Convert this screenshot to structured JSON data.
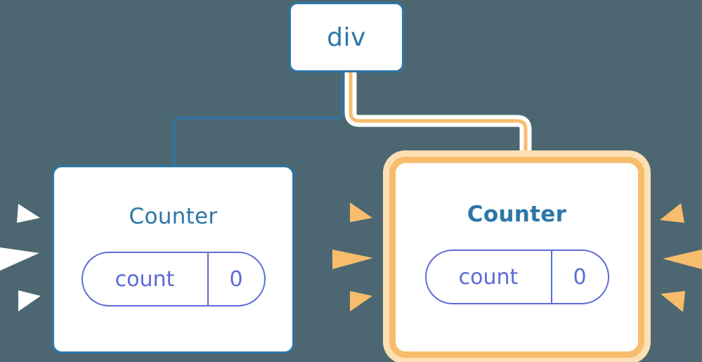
{
  "diagram": {
    "background_color": "#4c6771",
    "title": "React component tree with highlighted re-render",
    "nodes": {
      "root": {
        "label": "div",
        "border_color": "#2d76a8",
        "text_color": "#2d76a8",
        "highlighted": false
      },
      "counter_left": {
        "label": "Counter",
        "border_color": "#2d76a8",
        "text_color": "#2d76a8",
        "highlighted": false,
        "state": {
          "key": "count",
          "value": "0",
          "pill_color": "#5c6bd6"
        }
      },
      "counter_right": {
        "label": "Counter",
        "border_color": "#f8bd6c",
        "glow_color": "#fce0b4",
        "text_color": "#2d76a8",
        "highlighted": true,
        "state": {
          "key": "count",
          "value": "0",
          "pill_color": "#5c6bd6"
        }
      }
    },
    "edges": [
      {
        "name": "edge-div-to-counter-left",
        "from": "div",
        "to": "counter-left",
        "color": "#2d76a8",
        "highlighted": false
      },
      {
        "name": "edge-div-to-counter-right",
        "from": "div",
        "to": "counter-right",
        "color": "#f8bd6c",
        "halo_color": "#ffffff",
        "highlighted": true
      }
    ],
    "sparkles": [
      {
        "name": "sparkle-burst-left-of-counter-left",
        "color": "#ffffff",
        "direction": "left"
      },
      {
        "name": "sparkle-burst-right-of-counter-left",
        "color": "#f8bd6c",
        "direction": "right"
      },
      {
        "name": "sparkle-burst-left-of-counter-right",
        "color": "#f8bd6c",
        "direction": "left"
      }
    ]
  }
}
